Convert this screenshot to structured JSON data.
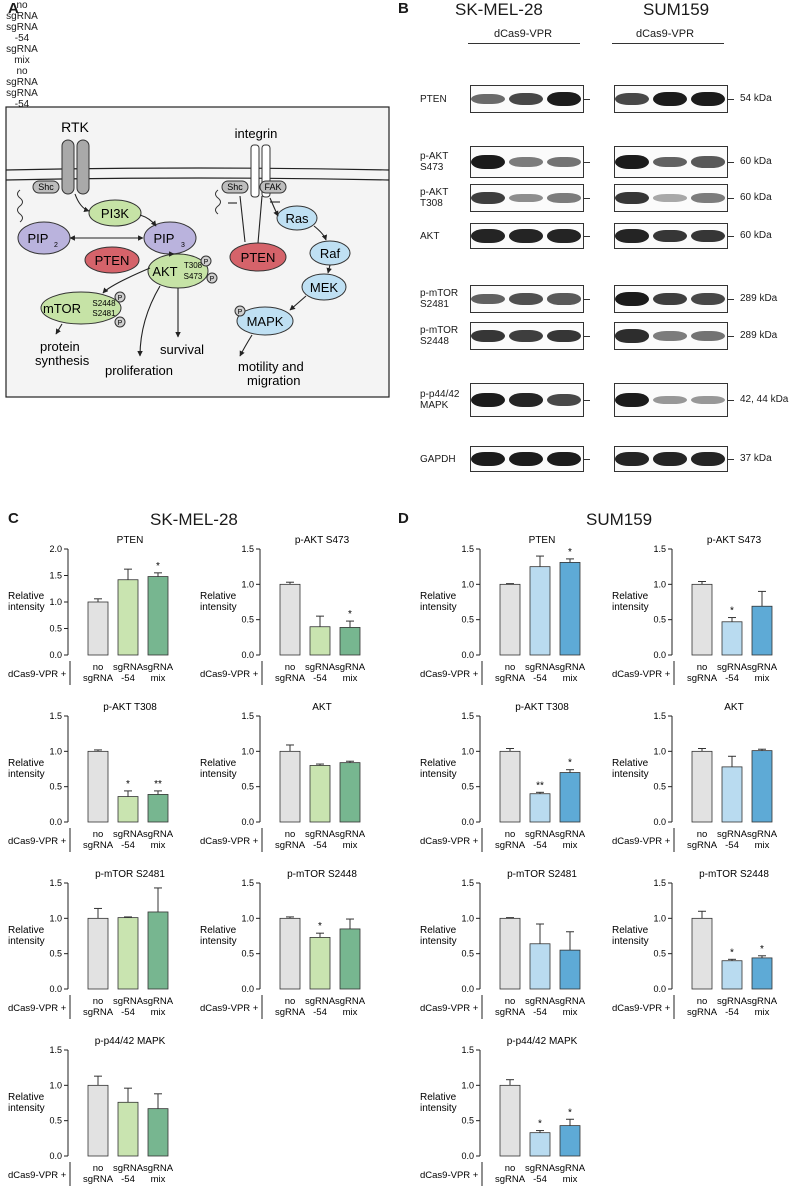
{
  "panels": {
    "A": "A",
    "B": "B",
    "C": "C",
    "D": "D"
  },
  "pathway": {
    "rtk": "RTK",
    "integrin": "integrin",
    "shc1": "Shc",
    "shc2": "Shc",
    "fak": "FAK",
    "pi3k": "PI3K",
    "pip2": "PIP",
    "pip2_sub": "2",
    "pip3": "PIP",
    "pip3_sub": "3",
    "pten1": "PTEN",
    "pten2": "PTEN",
    "akt": "AKT",
    "akt_site1": "T308",
    "akt_site2": "S473",
    "mtor": "mTOR",
    "mtor_site1": "S2448",
    "mtor_site2": "S2481",
    "p": "P",
    "ras": "Ras",
    "raf": "Raf",
    "mek": "MEK",
    "mapk": "MAPK",
    "protein": "protein",
    "synthesis": "synthesis",
    "proliferation": "proliferation",
    "survival": "survival",
    "motility": "motility and",
    "migration": "migration"
  },
  "blots": {
    "cell1": "SK-MEL-28",
    "cell2": "SUM159",
    "dcas": "dCas9-VPR",
    "conditions": [
      [
        "no",
        "sgRNA"
      ],
      [
        "sgRNA",
        "-54"
      ],
      [
        "sgRNA",
        "mix"
      ]
    ],
    "rows": [
      {
        "label": [
          "PTEN"
        ],
        "kda": "54 kDa"
      },
      {
        "label": [
          "p-AKT",
          "S473"
        ],
        "kda": "60 kDa"
      },
      {
        "label": [
          "p-AKT",
          "T308"
        ],
        "kda": "60 kDa"
      },
      {
        "label": [
          "AKT"
        ],
        "kda": "60 kDa"
      },
      {
        "label": [
          "p-mTOR",
          "S2481"
        ],
        "kda": "289 kDa"
      },
      {
        "label": [
          "p-mTOR",
          "S2448"
        ],
        "kda": "289 kDa"
      },
      {
        "label": [
          "p-p44/42",
          "MAPK"
        ],
        "kda": "42, 44 kDa"
      },
      {
        "label": [
          "GAPDH"
        ],
        "kda": "37 kDa"
      }
    ],
    "intensity_left": [
      [
        0.55,
        0.75,
        1.0
      ],
      [
        1.0,
        0.45,
        0.5
      ],
      [
        0.8,
        0.35,
        0.45
      ],
      [
        0.95,
        0.95,
        0.95
      ],
      [
        0.6,
        0.7,
        0.65
      ],
      [
        0.85,
        0.8,
        0.85
      ],
      [
        1.0,
        0.95,
        0.75
      ],
      [
        1.0,
        1.0,
        1.0
      ]
    ],
    "intensity_right": [
      [
        0.75,
        1.0,
        1.0
      ],
      [
        1.0,
        0.6,
        0.65
      ],
      [
        0.85,
        0.2,
        0.45
      ],
      [
        0.95,
        0.85,
        0.85
      ],
      [
        1.0,
        0.8,
        0.75
      ],
      [
        0.9,
        0.45,
        0.5
      ],
      [
        1.0,
        0.3,
        0.3
      ],
      [
        0.95,
        0.95,
        0.95
      ]
    ]
  },
  "sections": {
    "C_title": "SK-MEL-28",
    "D_title": "SUM159"
  },
  "axis_label": [
    "Relative",
    "intensity"
  ],
  "xprefix": "dCas9-VPR +",
  "xlabels": [
    [
      "no",
      "sgRNA"
    ],
    [
      "sgRNA",
      "-54"
    ],
    [
      "sgRNA",
      "mix"
    ]
  ],
  "colors": {
    "C": [
      "#e2e2e2",
      "#c9e4b0",
      "#77b690"
    ],
    "D": [
      "#e2e2e2",
      "#b9dbf0",
      "#5eaad6"
    ]
  },
  "chart_data": [
    {
      "panel": "C",
      "type": "bar",
      "title": "PTEN",
      "categories": [
        "no sgRNA",
        "sgRNA -54",
        "sgRNA mix"
      ],
      "values": [
        1.0,
        1.42,
        1.48
      ],
      "errors": [
        0.06,
        0.2,
        0.07
      ],
      "sig": [
        "",
        "",
        "*"
      ],
      "ylim": [
        0,
        2.0
      ],
      "ticks": [
        "0.0",
        "0.5",
        "1.0",
        "1.5",
        "2.0"
      ]
    },
    {
      "panel": "C",
      "type": "bar",
      "title": "p-AKT S473",
      "categories": [
        "no sgRNA",
        "sgRNA -54",
        "sgRNA mix"
      ],
      "values": [
        1.0,
        0.4,
        0.39
      ],
      "errors": [
        0.03,
        0.15,
        0.09
      ],
      "sig": [
        "",
        "",
        "*"
      ],
      "ylim": [
        0,
        1.5
      ],
      "ticks": [
        "0.0",
        "0.5",
        "1.0",
        "1.5"
      ]
    },
    {
      "panel": "C",
      "type": "bar",
      "title": "p-AKT T308",
      "categories": [
        "no sgRNA",
        "sgRNA -54",
        "sgRNA mix"
      ],
      "values": [
        1.0,
        0.36,
        0.39
      ],
      "errors": [
        0.02,
        0.08,
        0.05
      ],
      "sig": [
        "",
        "*",
        "**"
      ],
      "ylim": [
        0,
        1.5
      ],
      "ticks": [
        "0.0",
        "0.5",
        "1.0",
        "1.5"
      ]
    },
    {
      "panel": "C",
      "type": "bar",
      "title": "AKT",
      "categories": [
        "no sgRNA",
        "sgRNA -54",
        "sgRNA mix"
      ],
      "values": [
        1.0,
        0.8,
        0.84
      ],
      "errors": [
        0.09,
        0.02,
        0.02
      ],
      "sig": [
        "",
        "",
        ""
      ],
      "ylim": [
        0,
        1.5
      ],
      "ticks": [
        "0.0",
        "0.5",
        "1.0",
        "1.5"
      ]
    },
    {
      "panel": "C",
      "type": "bar",
      "title": "p-mTOR S2481",
      "categories": [
        "no sgRNA",
        "sgRNA -54",
        "sgRNA mix"
      ],
      "values": [
        1.0,
        1.01,
        1.09
      ],
      "errors": [
        0.14,
        0.01,
        0.34
      ],
      "sig": [
        "",
        "",
        ""
      ],
      "ylim": [
        0,
        1.5
      ],
      "ticks": [
        "0.0",
        "0.5",
        "1.0",
        "1.5"
      ]
    },
    {
      "panel": "C",
      "type": "bar",
      "title": "p-mTOR S2448",
      "categories": [
        "no sgRNA",
        "sgRNA -54",
        "sgRNA mix"
      ],
      "values": [
        1.0,
        0.73,
        0.85
      ],
      "errors": [
        0.02,
        0.06,
        0.14
      ],
      "sig": [
        "",
        "*",
        ""
      ],
      "ylim": [
        0,
        1.5
      ],
      "ticks": [
        "0.0",
        "0.5",
        "1.0",
        "1.5"
      ]
    },
    {
      "panel": "C",
      "type": "bar",
      "title": "p-p44/42 MAPK",
      "categories": [
        "no sgRNA",
        "sgRNA -54",
        "sgRNA mix"
      ],
      "values": [
        1.0,
        0.76,
        0.67
      ],
      "errors": [
        0.13,
        0.2,
        0.21
      ],
      "sig": [
        "",
        "",
        ""
      ],
      "ylim": [
        0,
        1.5
      ],
      "ticks": [
        "0.0",
        "0.5",
        "1.0",
        "1.5"
      ]
    },
    {
      "panel": "D",
      "type": "bar",
      "title": "PTEN",
      "categories": [
        "no sgRNA",
        "sgRNA -54",
        "sgRNA mix"
      ],
      "values": [
        1.0,
        1.25,
        1.31
      ],
      "errors": [
        0.01,
        0.15,
        0.05
      ],
      "sig": [
        "",
        "",
        "*"
      ],
      "ylim": [
        0,
        1.5
      ],
      "ticks": [
        "0.0",
        "0.5",
        "1.0",
        "1.5"
      ]
    },
    {
      "panel": "D",
      "type": "bar",
      "title": "p-AKT S473",
      "categories": [
        "no sgRNA",
        "sgRNA -54",
        "sgRNA mix"
      ],
      "values": [
        1.0,
        0.47,
        0.69
      ],
      "errors": [
        0.04,
        0.06,
        0.21
      ],
      "sig": [
        "",
        "*",
        ""
      ],
      "ylim": [
        0,
        1.5
      ],
      "ticks": [
        "0.0",
        "0.5",
        "1.0",
        "1.5"
      ]
    },
    {
      "panel": "D",
      "type": "bar",
      "title": "p-AKT T308",
      "categories": [
        "no sgRNA",
        "sgRNA -54",
        "sgRNA mix"
      ],
      "values": [
        1.0,
        0.4,
        0.7
      ],
      "errors": [
        0.04,
        0.02,
        0.04
      ],
      "sig": [
        "",
        "**",
        "*"
      ],
      "ylim": [
        0,
        1.5
      ],
      "ticks": [
        "0.0",
        "0.5",
        "1.0",
        "1.5"
      ]
    },
    {
      "panel": "D",
      "type": "bar",
      "title": "AKT",
      "categories": [
        "no sgRNA",
        "sgRNA -54",
        "sgRNA mix"
      ],
      "values": [
        1.0,
        0.78,
        1.01
      ],
      "errors": [
        0.04,
        0.15,
        0.02
      ],
      "sig": [
        "",
        "",
        ""
      ],
      "ylim": [
        0,
        1.5
      ],
      "ticks": [
        "0.0",
        "0.5",
        "1.0",
        "1.5"
      ]
    },
    {
      "panel": "D",
      "type": "bar",
      "title": "p-mTOR S2481",
      "categories": [
        "no sgRNA",
        "sgRNA -54",
        "sgRNA mix"
      ],
      "values": [
        1.0,
        0.64,
        0.55
      ],
      "errors": [
        0.01,
        0.28,
        0.26
      ],
      "sig": [
        "",
        "",
        ""
      ],
      "ylim": [
        0,
        1.5
      ],
      "ticks": [
        "0.0",
        "0.5",
        "1.0",
        "1.5"
      ]
    },
    {
      "panel": "D",
      "type": "bar",
      "title": "p-mTOR S2448",
      "categories": [
        "no sgRNA",
        "sgRNA -54",
        "sgRNA mix"
      ],
      "values": [
        1.0,
        0.4,
        0.44
      ],
      "errors": [
        0.1,
        0.02,
        0.03
      ],
      "sig": [
        "",
        "*",
        "*"
      ],
      "ylim": [
        0,
        1.5
      ],
      "ticks": [
        "0.0",
        "0.5",
        "1.0",
        "1.5"
      ]
    },
    {
      "panel": "D",
      "type": "bar",
      "title": "p-p44/42 MAPK",
      "categories": [
        "no sgRNA",
        "sgRNA -54",
        "sgRNA mix"
      ],
      "values": [
        1.0,
        0.33,
        0.43
      ],
      "errors": [
        0.08,
        0.03,
        0.09
      ],
      "sig": [
        "",
        "*",
        "*"
      ],
      "ylim": [
        0,
        1.5
      ],
      "ticks": [
        "0.0",
        "0.5",
        "1.0",
        "1.5"
      ]
    }
  ]
}
